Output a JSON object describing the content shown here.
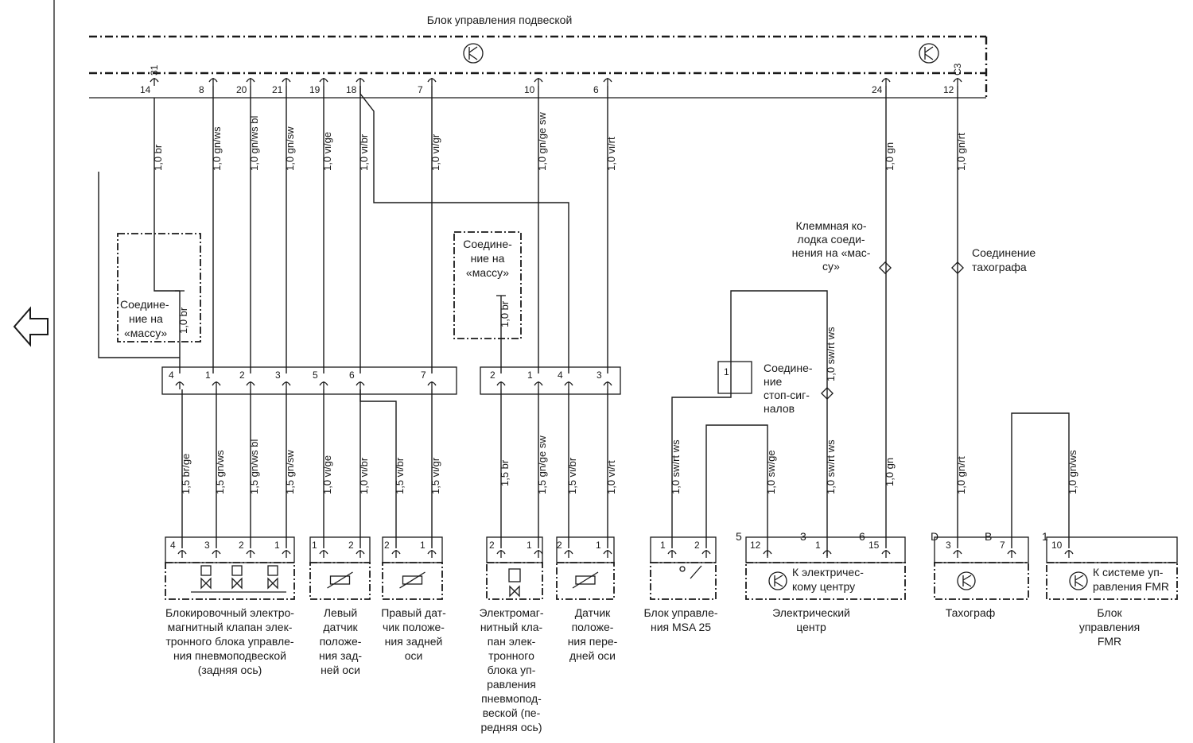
{
  "title": "Блок управления подвеской",
  "top_pins": [
    {
      "pin": "14",
      "sub": "31",
      "wire": "1,0 br"
    },
    {
      "pin": "8",
      "sub": "",
      "wire": "1,0 gn/ws"
    },
    {
      "pin": "20",
      "sub": "",
      "wire": "1,0 gn/ws bl"
    },
    {
      "pin": "21",
      "sub": "",
      "wire": "1,0 gn/sw"
    },
    {
      "pin": "19",
      "sub": "",
      "wire": "1,0 vi/ge"
    },
    {
      "pin": "18",
      "sub": "",
      "wire": "1,0 vi/br"
    },
    {
      "pin": "7",
      "sub": "",
      "wire": "1,0 vi/gr"
    },
    {
      "pin": "10",
      "sub": "",
      "wire": "1,0 gn/ge sw"
    },
    {
      "pin": "6",
      "sub": "",
      "wire": "1,0 vi/rt"
    },
    {
      "pin": "24",
      "sub": "",
      "wire": "1,0 gn"
    },
    {
      "pin": "12",
      "sub": "C3",
      "wire": "1,0 gn/rt"
    }
  ],
  "ground_left": {
    "label_lines": [
      "Соедине-",
      "ние на",
      "«массу»"
    ],
    "wire": "1,0 br"
  },
  "ground_right": {
    "label_lines": [
      "Соедине-",
      "ние на",
      "«массу»"
    ],
    "wire": "1,0 br"
  },
  "connector_left_pins": [
    "4",
    "1",
    "2",
    "3",
    "5",
    "6",
    "7"
  ],
  "connector_right_pins": [
    "2",
    "1",
    "4",
    "3"
  ],
  "stop_connector_pin": "1",
  "bottom_wires": [
    "1,5 br/ge",
    "1,5 gn/ws",
    "1,5 gn/ws bl",
    "1,5 gn/sw",
    "1,0 vi/ge",
    "1,0 vi/br",
    "1,5 vi/br",
    "1,5 vi/gr",
    "1,5 br",
    "1,5 gn/ge sw",
    "1,5 vi/br",
    "1,0 vi/rt",
    "1,0 sw/rt ws",
    "1,0 sw/ge",
    "1,0 sw/rt ws",
    "1,0 gn",
    "1,0 gn/rt",
    "1,0 gn/ws"
  ],
  "mid_wire_stop": "1,0 sw/rt ws",
  "splice_labels": {
    "ground_block": [
      "Клеммная ко-",
      "лодка соеди-",
      "нения на «мас-",
      "су»"
    ],
    "tachograph": [
      "Соединение",
      "тахографа"
    ],
    "stop": [
      "Соедине-",
      "ние",
      "стоп-сиг-",
      "налов"
    ]
  },
  "components": [
    {
      "pins": [
        "4",
        "3",
        "2",
        "1"
      ],
      "label_lines": [
        "Блокировочный электро-",
        "магнитный клапан элек-",
        "тронного блока управле-",
        "ния пневмоподвеской",
        "(задняя ось)"
      ]
    },
    {
      "pins": [
        "1",
        "2"
      ],
      "label_lines": [
        "Левый",
        "датчик",
        "положе-",
        "ния зад-",
        "ней оси"
      ]
    },
    {
      "pins": [
        "2",
        "1"
      ],
      "label_lines": [
        "Правый дат-",
        "чик положе-",
        "ния задней",
        "оси"
      ]
    },
    {
      "pins": [
        "2",
        "1"
      ],
      "label_lines": [
        "Электромаг-",
        "нитный кла-",
        "пан элек-",
        "тронного",
        "блока уп-",
        "равления",
        "пневмопод-",
        "веской (пе-",
        "редняя ось)"
      ]
    },
    {
      "pins": [
        "2",
        "1"
      ],
      "label_lines": [
        "Датчик",
        "положе-",
        "ния пере-",
        "дней оси"
      ]
    },
    {
      "pins": [
        "1",
        "2"
      ],
      "label_lines": [
        "Блок управле-",
        "ния MSA 25"
      ]
    },
    {
      "pins": [
        "12",
        "1",
        "15"
      ],
      "ext": [
        "5",
        "3",
        "6"
      ],
      "inner_lines": [
        "К электричес-",
        "кому центру"
      ],
      "label_lines": [
        "Электрический",
        "центр"
      ]
    },
    {
      "pins": [
        "3",
        "7"
      ],
      "ext": [
        "D",
        "B"
      ],
      "label_lines": [
        "Тахограф"
      ]
    },
    {
      "pins": [
        "10"
      ],
      "ext": [
        "1"
      ],
      "inner_lines": [
        "К системе уп-",
        "равления FMR"
      ],
      "label_lines": [
        "Блок",
        "управления",
        "FMR"
      ]
    }
  ]
}
